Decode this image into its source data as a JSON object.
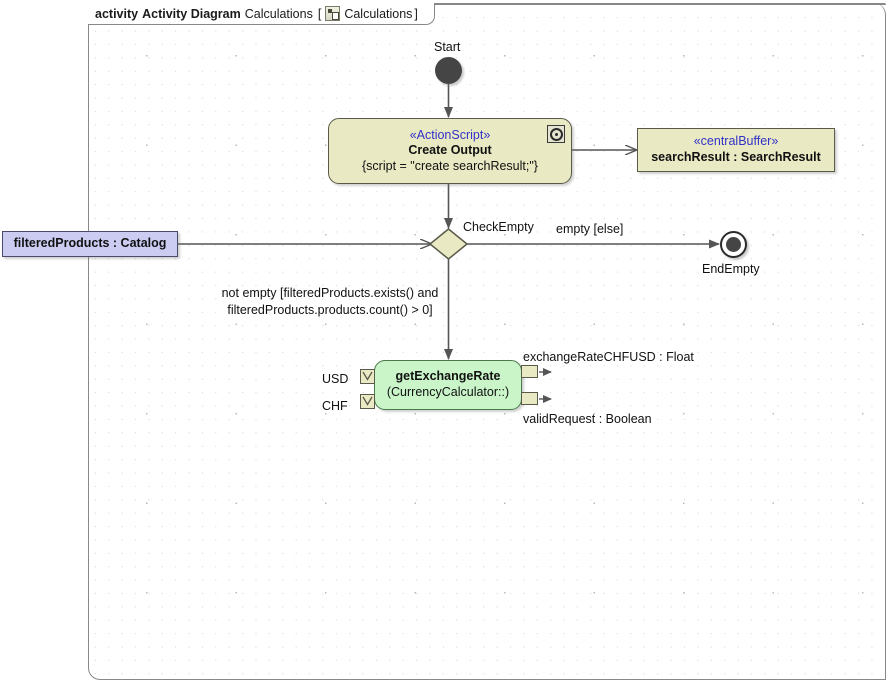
{
  "frame": {
    "keyword": "activity",
    "type_label": "Activity Diagram",
    "diagram_name": "Calculations",
    "bracket_open": "[",
    "bracket_close": "]",
    "owner_name": "Calculations",
    "owner_icon": "activity-diagram-icon"
  },
  "nodes": {
    "initial": {
      "label": "Start",
      "kind": "initial-node"
    },
    "action": {
      "stereotype": "«ActionScript»",
      "name": "Create Output",
      "property": "{script = \"create searchResult;\"}",
      "icon": "script-marker-icon",
      "fill": "#e9e9c4"
    },
    "buffer": {
      "stereotype": "«centralBuffer»",
      "name": "searchResult : SearchResult",
      "fill": "#e9e9c4"
    },
    "decision": {
      "label": "CheckEmpty",
      "fill": "#e9e9c4"
    },
    "object": {
      "name": "filteredProducts : Catalog",
      "fill": "#ccccf2"
    },
    "final": {
      "label": "EndEmpty",
      "kind": "activity-final-node"
    },
    "behavior": {
      "name": "getExchangeRate",
      "signature": "(CurrencyCalculator::)",
      "fill": "#c9f5c9",
      "input_pins": [
        {
          "label": "USD"
        },
        {
          "label": "CHF"
        }
      ],
      "output_pins": [
        {
          "label": "exchangeRateCHFUSD : Float"
        },
        {
          "label": "validRequest : Boolean"
        }
      ]
    }
  },
  "edges": {
    "empty_guard": "empty [else]",
    "not_empty_guard_line1": "not empty [filteredProducts.exists() and",
    "not_empty_guard_line2": "filteredProducts.products.count() > 0]"
  }
}
